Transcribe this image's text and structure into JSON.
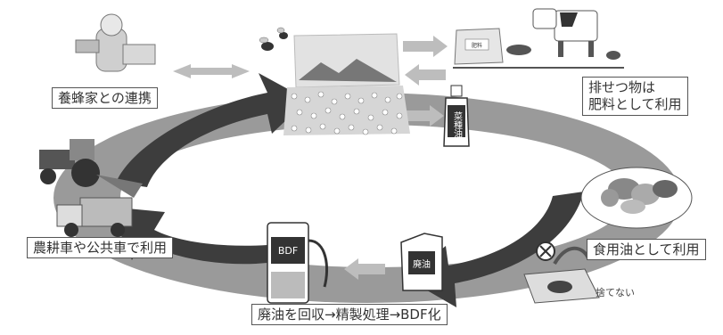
{
  "labels": {
    "beekeeper": "養蜂家との連携",
    "manure": "排せつ物は\n肥料として利用",
    "cooking_oil": "食用油として利用",
    "vehicles": "農耕車や公共車で利用",
    "recycle": "廃油を回収→精製処理→BDF化",
    "dont_dump": "捨てない"
  },
  "containers": {
    "rapeseed_oil": "菜種油",
    "waste_oil": "廃油",
    "bdf_pump": "BDF",
    "fertilizer_bag": "肥料"
  },
  "colors": {
    "ring": "#9a9a9a",
    "arrow_dark": "#3d3d3d",
    "arrow_light": "#bdbdbd"
  }
}
